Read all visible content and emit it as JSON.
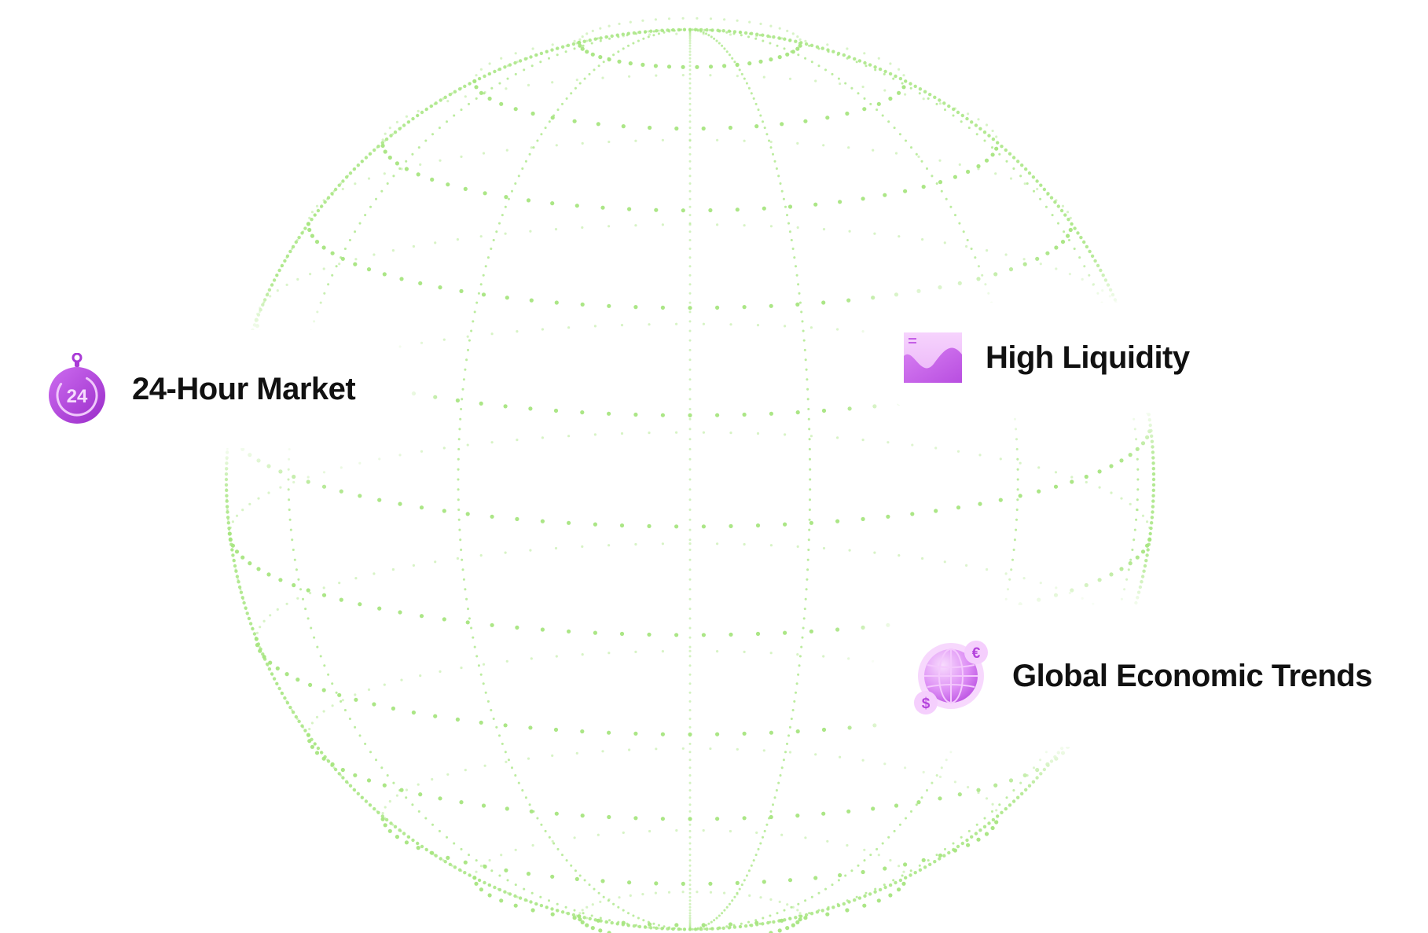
{
  "features": [
    {
      "label": "24-Hour Market",
      "icon": "stopwatch-24-icon"
    },
    {
      "label": "High Liquidity",
      "icon": "area-chart-icon"
    },
    {
      "label": "Global Economic Trends",
      "icon": "globe-currency-icon"
    }
  ],
  "icons": {
    "stopwatch_number": "24",
    "globe_currency_top": "€",
    "globe_currency_bottom": "$"
  },
  "colors": {
    "globe_dots": "#a6e57f",
    "accent_purple": "#b03fd8",
    "accent_light_purple": "#e6a6f7",
    "text": "#111111"
  }
}
